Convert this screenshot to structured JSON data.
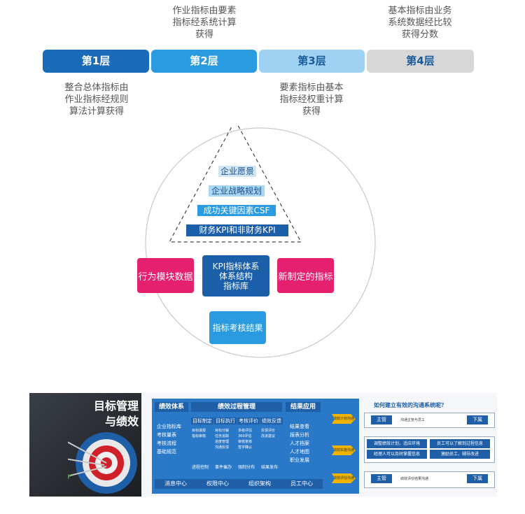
{
  "layers": [
    {
      "label": "第1层",
      "color": "#1a6cb8"
    },
    {
      "label": "第2层",
      "color": "#2a9be0"
    },
    {
      "label": "第3层",
      "color": "#9fd2f2"
    },
    {
      "label": "第4层",
      "color": "#d7d7d7"
    }
  ],
  "notes": {
    "layer2_top": [
      "作业指标由要素",
      "指标经系统计算",
      "获得"
    ],
    "layer4_top": [
      "基本指标由业务",
      "系统数据经比较",
      "获得分数"
    ],
    "layer1_bottom": [
      "整合总体指标由",
      "作业指标经规则",
      "算法计算获得"
    ],
    "layer3_bottom": [
      "要素指标由基本",
      "指标经权重计算",
      "获得"
    ]
  },
  "pyramid": [
    "企业愿景",
    "企业战略规划",
    "成功关键因素CSF",
    "财务KPI和非财务KPI"
  ],
  "center": {
    "left_box": "行为模块数据",
    "middle_box": [
      "KPI指标体系",
      "体系结构",
      "指标库"
    ],
    "right_box": "新制定的指标",
    "bottom_box": "指标考核结果"
  },
  "banner": {
    "title_line1": "目标管理",
    "title_line2": "与绩效",
    "system_head": "绩效体系",
    "system_items": [
      "企业指标库",
      "考核量表",
      "考核流程",
      "基础规范"
    ],
    "process_head": "绩效过程管理",
    "process_cols": [
      "目标制定",
      "目标执行",
      "考核评价",
      "绩效反馈"
    ],
    "process_cells": [
      [
        "目标填报",
        "指标审核"
      ],
      [
        "目标分解",
        "任务追踪",
        "进度管理",
        "沟通反馈"
      ],
      [
        "多级评估",
        "360评估",
        "审核复核",
        "签字确认"
      ],
      [
        "反馈评价",
        "改进建议"
      ]
    ],
    "process_bottom": [
      "进程控制",
      "事件催办",
      "强制分布",
      "结果发布"
    ],
    "result_head": "结果应用",
    "result_items": [
      "结果查看",
      "报表分析",
      "人才档案",
      "人才地图",
      "职业发展"
    ],
    "footer_items": [
      "消息中心",
      "权限中心",
      "组织架构",
      "员工中心"
    ],
    "comm_title": "如何建立有效的沟通系统呢？",
    "chevrons": [
      "绩效计划沟通",
      "绩效实施沟通",
      "绩效评估沟通"
    ],
    "comm_row1": {
      "left": "主管",
      "mid": "沟通主管与员工",
      "right": "下属"
    },
    "comm_row2": [
      "调整绩效计划，适应环境",
      "员工可以了解到过程信息",
      "经理人可以及时掌握信息",
      "激励员工，辅导改进"
    ],
    "comm_row3": {
      "left": "主管",
      "mid": "绩效评价结果沟通",
      "right": "下属"
    }
  }
}
